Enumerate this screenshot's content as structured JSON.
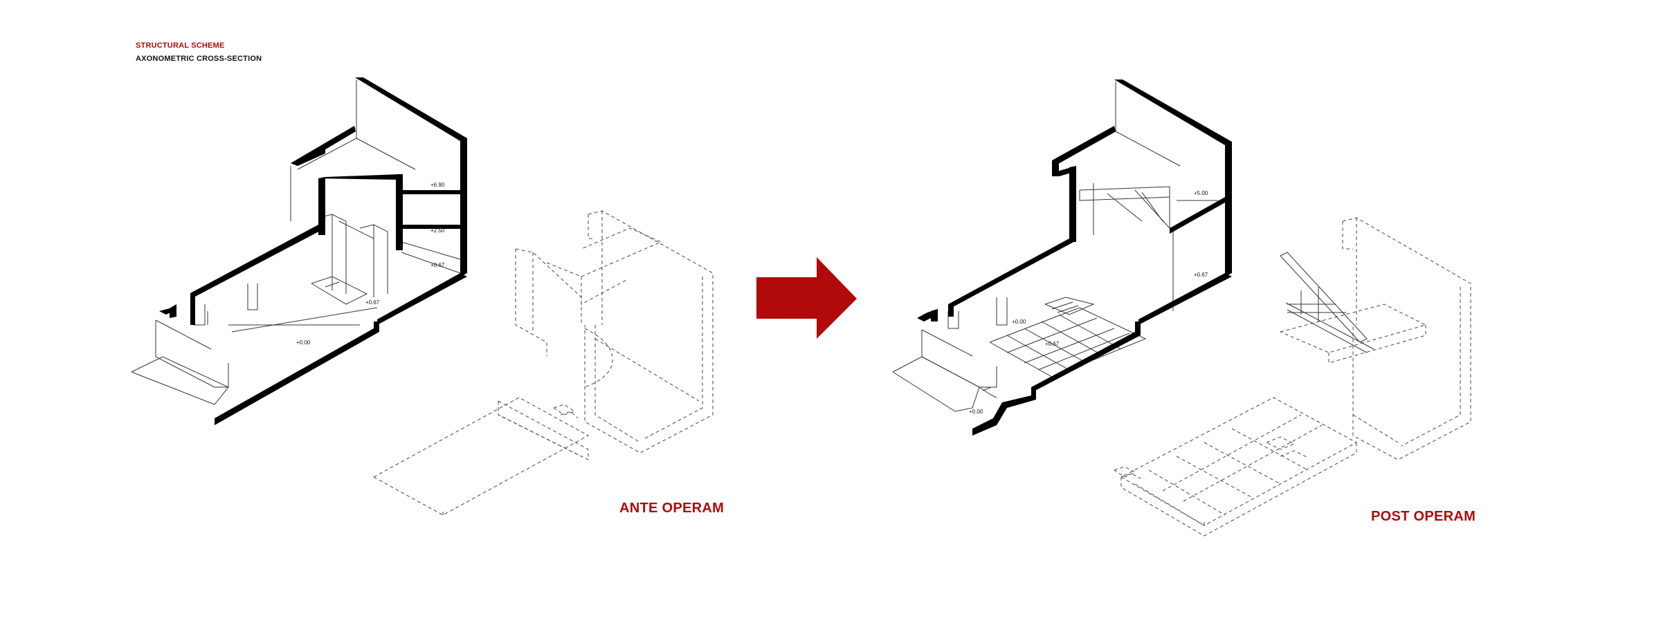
{
  "header": {
    "title": "STRUCTURAL SCHEME",
    "subtitle": "AXONOMETRIC CROSS-SECTION"
  },
  "ante": {
    "caption": "ANTE OPERAM",
    "levels": [
      "+6.90",
      "+2.50",
      "+0.67",
      "+0.67",
      "+0.00"
    ]
  },
  "post": {
    "caption": "POST OPERAM",
    "levels": [
      "+5.00",
      "+0.67",
      "+0.00",
      "+0.67",
      "+0.00"
    ]
  },
  "colors": {
    "accent": "#b00a0a",
    "ink": "#000000"
  },
  "icons": {
    "transition": "arrow-right-icon"
  }
}
